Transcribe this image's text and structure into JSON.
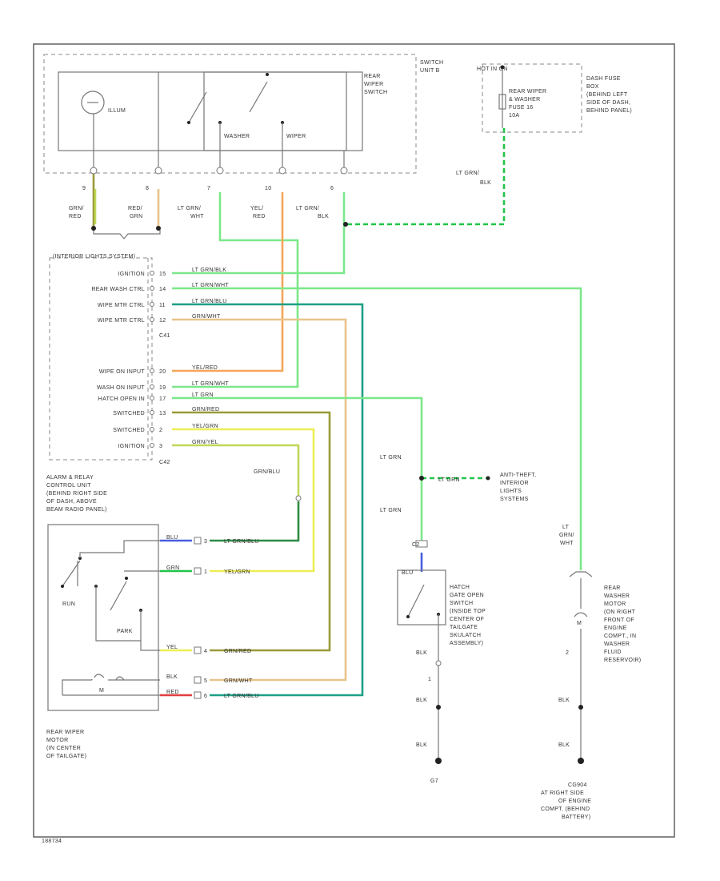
{
  "colors": {
    "lt_green": "#7CE88A",
    "green_dash": "#22C44A",
    "orange": "#F5A55A",
    "tan": "#E8C48A",
    "yellow": "#EEEE55",
    "olive": "#9A9A38",
    "yellow_green": "#BFD85A",
    "teal": "#1F9F86",
    "dark_green": "#2D8C45",
    "blue": "#4A5EE0",
    "red": "#E04040",
    "gray": "#777777"
  },
  "rear_wiper_switch": {
    "label_1": "REAR",
    "label_2": "WIPER",
    "label_3": "SWITCH",
    "illum": "ILLUM",
    "washer": "WASHER",
    "wiper": "WIPER"
  },
  "switch_unit": {
    "label_1": "SWITCH",
    "label_2": "UNIT B"
  },
  "fuse": {
    "hot": "HOT IN ON",
    "name_1": "REAR WIPER",
    "name_2": "& WASHER",
    "name_3": "FUSE 16",
    "name_4": "10A",
    "box_1": "DASH FUSE",
    "box_2": "BOX",
    "box_3": "(BEHIND LEFT",
    "box_4": "SIDE OF DASH,",
    "box_5": "BEHIND PANEL)"
  },
  "switch_pins": [
    {
      "pin": "9",
      "wire_1": "GRN/",
      "wire_2": "RED"
    },
    {
      "pin": "8",
      "wire_1": "RED/",
      "wire_2": "GRN"
    },
    {
      "pin": "7",
      "wire_1": "LT GRN/",
      "wire_2": "WHT"
    },
    {
      "pin": "10",
      "wire_1": "YEL/",
      "wire_2": "RED"
    },
    {
      "pin": "6",
      "wire_1": "LT GRN/",
      "wire_2": "BLK"
    }
  ],
  "fuse_wire": {
    "line_1": "LT GRN/",
    "line_2": "BLK"
  },
  "dimmer_label": "(INTERIOR LIGHTS SYSTEM)",
  "relay_rows": [
    {
      "label": "IGNITION",
      "pin": "15",
      "wire": "LT GRN/BLK"
    },
    {
      "label": "REAR WASH CTRL",
      "pin": "14",
      "wire": "LT GRN/WHT"
    },
    {
      "label": "WIPE MTR CTRL",
      "pin": "11",
      "wire": "LT GRN/BLU"
    },
    {
      "label": "WIPE MTR CTRL",
      "pin": "12",
      "wire": "GRN/WHT"
    },
    {
      "label": "WIPE ON INPUT",
      "pin": "20",
      "wire": "YEL/RED"
    },
    {
      "label": "WASH ON INPUT",
      "pin": "19",
      "wire": "LT GRN/WHT"
    },
    {
      "label": "HATCH OPEN IN",
      "pin": "17",
      "wire": "LT GRN"
    },
    {
      "label": "SWITCHED",
      "pin": "13",
      "wire": "GRN/RED"
    },
    {
      "label": "SWITCHED",
      "pin": "2",
      "wire": "YEL/GRN"
    },
    {
      "label": "IGNITION",
      "pin": "3",
      "wire": "GRN/YEL"
    }
  ],
  "relay_conn_1": "C41",
  "relay_conn_2": "C42",
  "control_unit": {
    "line_1": "ALARM & RELAY",
    "line_2": "CONTROL UNIT",
    "line_3": "(BEHIND RIGHT SIDE",
    "line_4": "OF DASH, ABOVE",
    "line_5": "BEAM RADIO PANEL)"
  },
  "splice_wire": "GRN/BLU",
  "motor_wires": [
    {
      "color": "BLU",
      "pin": "3",
      "wire": "LT GRN/BLU"
    },
    {
      "color": "GRN",
      "pin": "1",
      "wire": "YEL/GRN"
    },
    {
      "color": "YEL",
      "pin": "4",
      "wire": "GRN/RED"
    },
    {
      "color": "BLK",
      "pin": "5",
      "wire": "GRN/WHT"
    },
    {
      "color": "RED",
      "pin": "6",
      "wire": "LT GRN/BLU"
    }
  ],
  "motor": {
    "run": "RUN",
    "park": "PARK",
    "m": "M",
    "line_1": "REAR WIPER",
    "line_2": "MOTOR",
    "line_3": "(IN CENTER",
    "line_4": "OF TAILGATE)"
  },
  "hatch": {
    "wire_a": "LT GRN",
    "wire_b": "LT GRN",
    "splice_wire": "LT GRN",
    "conn": "C2",
    "sw_wire": "BLU",
    "blk_1": "BLK",
    "pin": "1",
    "blk_2": "BLK",
    "blk_3": "BLK",
    "ground": "G7",
    "line_1": "HATCH",
    "line_2": "GATE OPEN",
    "line_3": "SWITCH",
    "line_4": "(INSIDE TOP",
    "line_5": "CENTER OF",
    "line_6": "TAILGATE",
    "line_7": "SKULATCH",
    "line_8": "ASSEMBLY)"
  },
  "antitheft": {
    "line_1": "ANTI-THEFT,",
    "line_2": "INTERIOR",
    "line_3": "LIGHTS",
    "line_4": "SYSTEMS"
  },
  "washer_motor": {
    "wire_1": "LT",
    "wire_2": "GRN/",
    "wire_3": "WHT",
    "m": "M",
    "pin": "2",
    "blk_1": "BLK",
    "blk_2": "BLK",
    "line_1": "REAR",
    "line_2": "WASHER",
    "line_3": "MOTOR",
    "line_4": "(ON RIGHT",
    "line_5": "FRONT OF",
    "line_6": "ENGINE",
    "line_7": "COMPT., IN",
    "line_8": "WASHER",
    "line_9": "FLUID",
    "line_10": "RESERVOIR)"
  },
  "ground_ref": {
    "name": "CG904",
    "line_1": "AT RIGHT SIDE",
    "line_2": "OF ENGINE",
    "line_3": "COMPT. (BEHIND",
    "line_4": "BATTERY)"
  },
  "footer_code": "188734"
}
